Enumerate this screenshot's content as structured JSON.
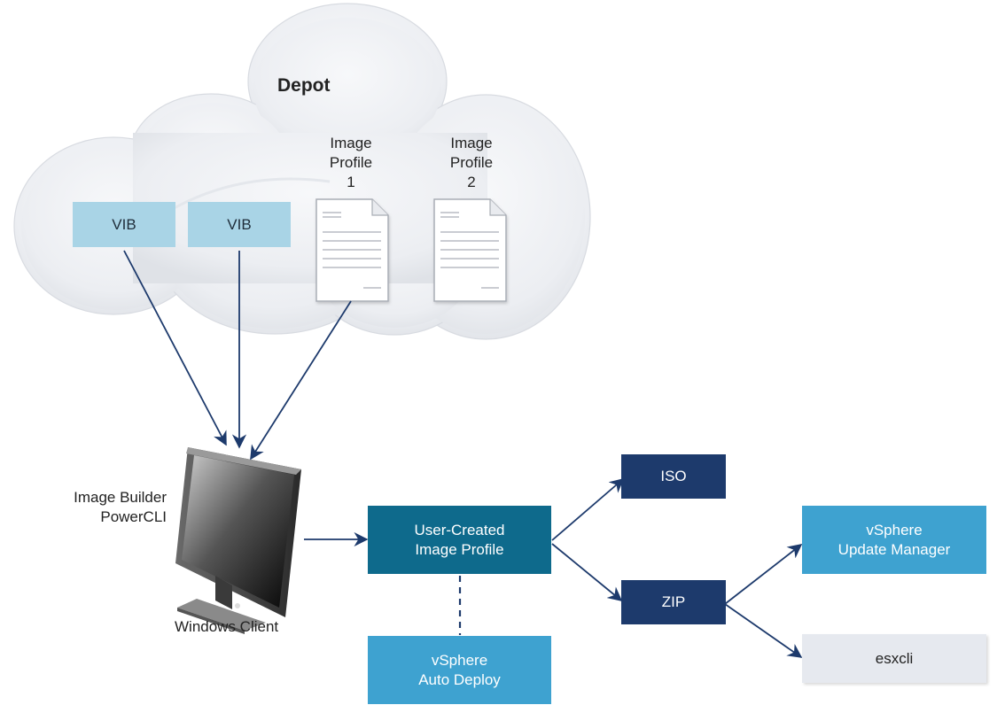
{
  "colors": {
    "arrow": "#1d3a6c",
    "vib_box": "#a9d4e6",
    "iso_zip_box": "#1d3a6c",
    "user_profile_box": "#0e6a8c",
    "vsphere_box": "#3ea2d0",
    "esxcli_box": "#e6e9ef",
    "cloud": "#eef0f3"
  },
  "depot": {
    "title": "Depot",
    "vib_1": "VIB",
    "vib_2": "VIB",
    "profile_1": {
      "line1": "Image",
      "line2": "Profile",
      "line3": "1",
      "icon": "document-icon"
    },
    "profile_2": {
      "line1": "Image",
      "line2": "Profile",
      "line3": "2",
      "icon": "document-icon"
    }
  },
  "client": {
    "side_label_line1": "Image Builder",
    "side_label_line2": "PowerCLI",
    "caption": "Windows Client",
    "icon": "monitor-icon"
  },
  "user_profile": {
    "line1": "User-Created",
    "line2": "Image Profile"
  },
  "auto_deploy": {
    "line1": "vSphere",
    "line2": "Auto Deploy"
  },
  "iso": "ISO",
  "zip": "ZIP",
  "update_manager": {
    "line1": "vSphere",
    "line2": "Update Manager"
  },
  "esxcli": "esxcli"
}
